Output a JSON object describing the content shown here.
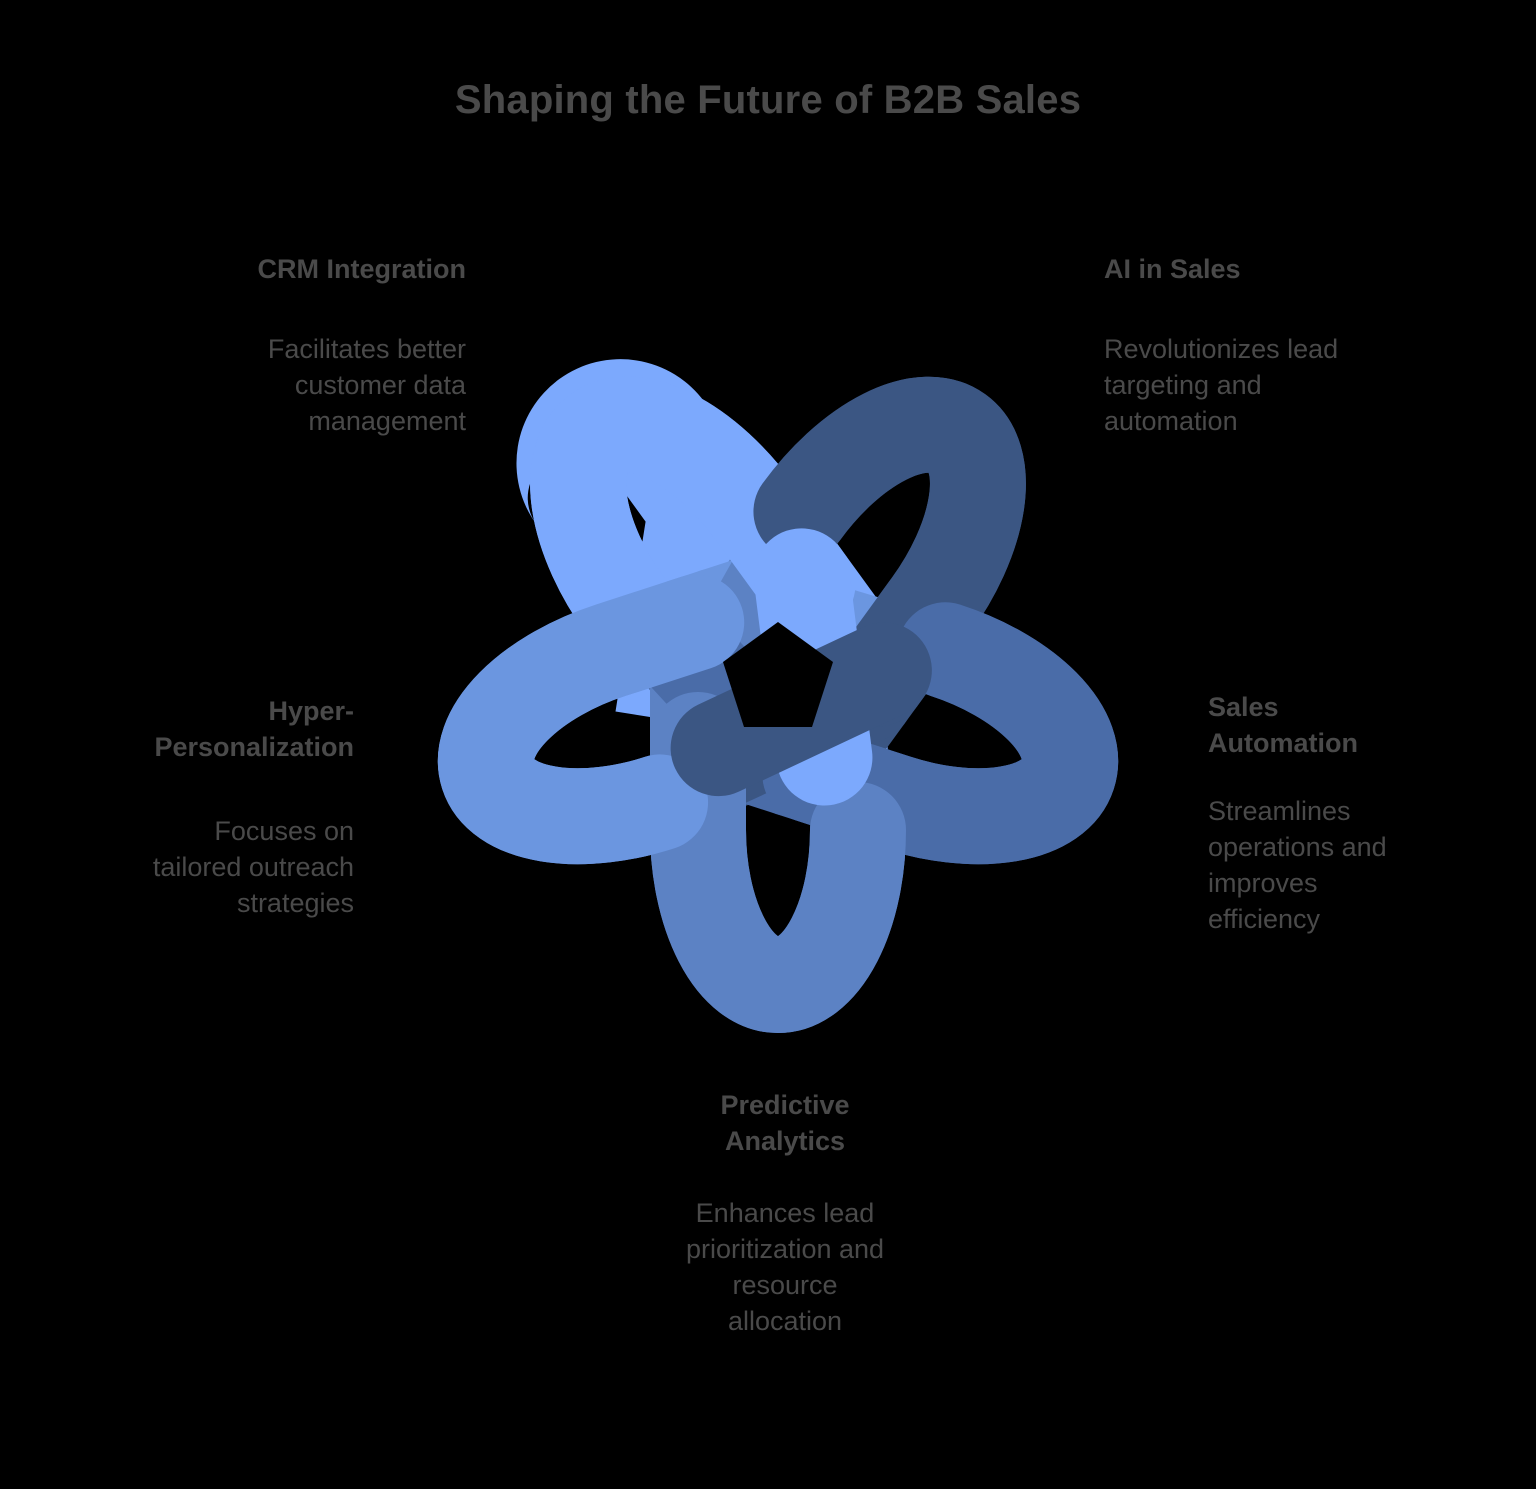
{
  "title": "Shaping the Future of B2B Sales",
  "theme": {
    "background": "#000000",
    "text_color": "#4a4a4a"
  },
  "nodes": [
    {
      "id": "crm-integration",
      "title": "CRM Integration",
      "description": "Facilitates better\ncustomer data\nmanagement",
      "color": "#7CA9FD",
      "position": "top-left"
    },
    {
      "id": "ai-in-sales",
      "title": "AI in Sales",
      "description": "Revolutionizes lead\ntargeting and\nautomation",
      "color": "#3B5683",
      "position": "top-right"
    },
    {
      "id": "hyper-personalization",
      "title": "Hyper-\nPersonalization",
      "description": "Focuses on\ntailored outreach\nstrategies",
      "color": "#6B96E0",
      "position": "middle-left"
    },
    {
      "id": "sales-automation",
      "title": "Sales\nAutomation",
      "description": "Streamlines\noperations and\nimproves\nefficiency",
      "color": "#4A6CA8",
      "position": "middle-right"
    },
    {
      "id": "predictive-analytics",
      "title": "Predictive\nAnalytics",
      "description": "Enhances lead\nprioritization and\nresource\nallocation",
      "color": "#5C82C4",
      "position": "bottom-center"
    }
  ],
  "graphic": {
    "name": "interlocking-pentagonal-knot",
    "loop_count": 5,
    "colors": [
      "#7CA9FD",
      "#3B5683",
      "#4A6CA8",
      "#5C82C4",
      "#6B96E0"
    ]
  }
}
